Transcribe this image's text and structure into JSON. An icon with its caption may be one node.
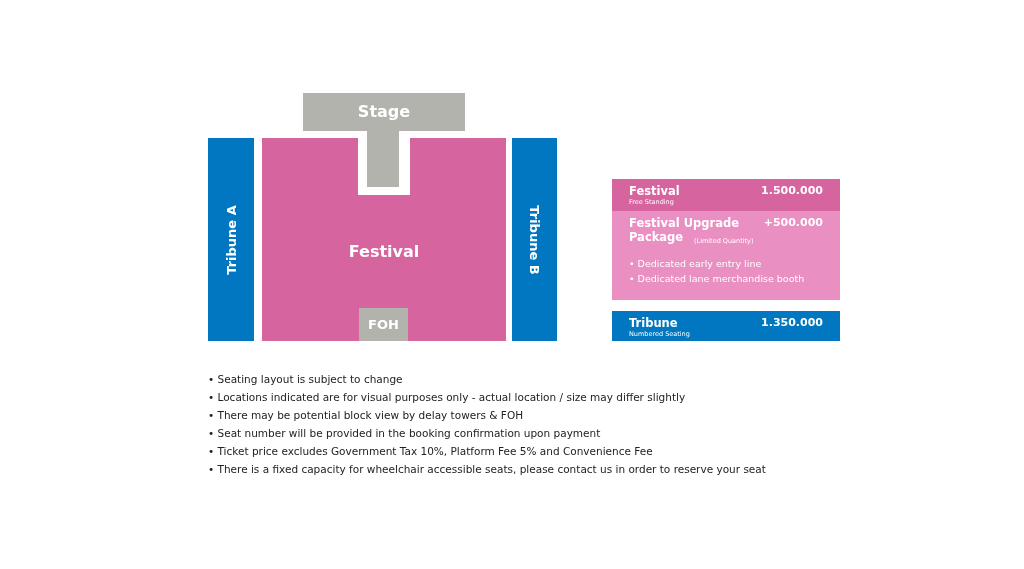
{
  "diagram": {
    "nodes": [
      {
        "text": [
          "Stage"
        ]
      },
      {
        "text": [
          "Festival"
        ]
      },
      {
        "text": [
          "FOH"
        ],
        "in": 1
      },
      {
        "text": [
          "Tribune A"
        ]
      },
      {
        "text": [
          "Tribune B"
        ]
      },
      {
        "text": [
          "Festival",
          "Free Standing",
          "1.500.000"
        ]
      },
      {
        "text": [
          "Festival Upgrade Package",
          "(Limited Quantity)",
          "+500.000",
          "• Dedicated early entry line",
          "• Dedicated lane merchandise booth"
        ]
      },
      {
        "text": [
          "Tribune",
          "Numbered Seating",
          "1.350.000"
        ]
      }
    ],
    "labels": [
      "• Seating layout is subject to change",
      "• Locations indicated are for visual purposes only - actual location / size may differ slightly",
      "• There may be potential block view by delay towers & FOH",
      "• Seat number will be provided in the booking confirmation upon payment",
      "• Ticket price excludes Government Tax 10%, Platform Fee 5% and Convenience Fee",
      "• There is a fixed capacity for wheelchair accessible seats, please contact us in order to reserve your seat"
    ]
  }
}
